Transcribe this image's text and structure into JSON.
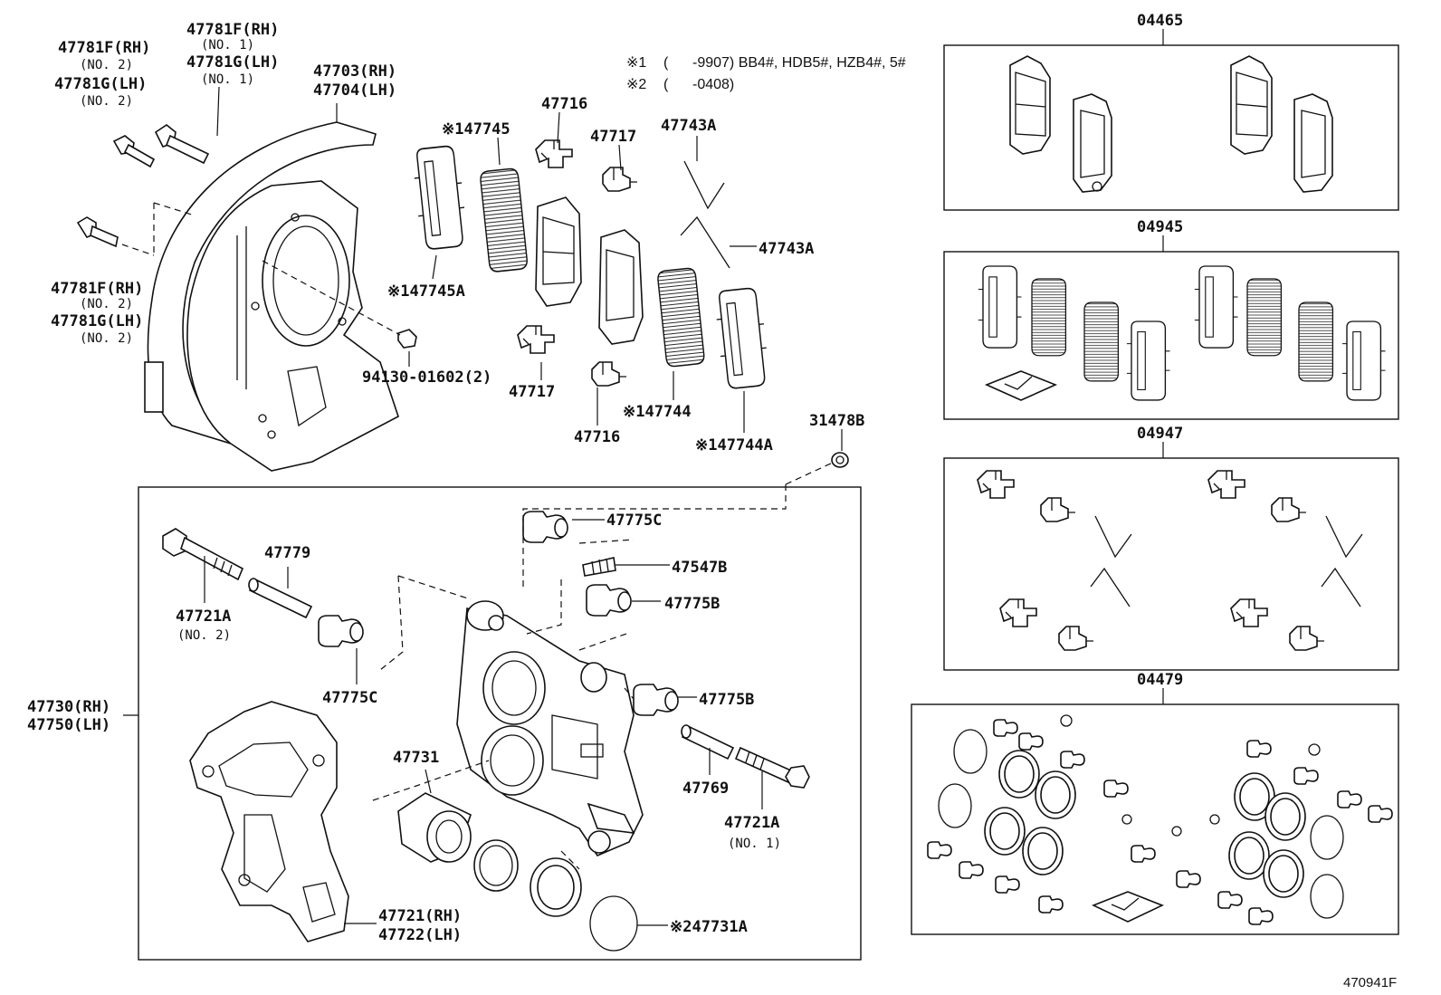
{
  "diagram": {
    "drawing_number": "470941F",
    "notes": {
      "note1_mark": "※1",
      "note1_text": "(      -9907) BB4#, HDB5#, HZB4#, 5#",
      "note2_mark": "※2",
      "note2_text": "(      -0408)"
    },
    "kits": {
      "kit1": "04465",
      "kit2": "04945",
      "kit3": "04947",
      "kit4": "04479"
    },
    "labels": {
      "p47781f_rh_top": "47781F(RH)",
      "p_no1_a": "(NO. 1)",
      "p47781g_lh_top": "47781G(LH)",
      "p_no1_b": "(NO. 1)",
      "p47781f_rh_left": "47781F(RH)",
      "p_no2_a": "(NO. 2)",
      "p47781g_lh_left": "47781G(LH)",
      "p_no2_b": "(NO. 2)",
      "p47703": "47703(RH)",
      "p47704": "47704(LH)",
      "p47781f_rh_mid": "47781F(RH)",
      "p_no2_c": "(NO. 2)",
      "p47781g_lh_mid": "47781G(LH)",
      "p_no2_d": "(NO. 2)",
      "p94130": "94130-01602(2)",
      "p47745": "※147745",
      "p47745a": "※147745A",
      "p47716_top": "47716",
      "p47717_top": "47717",
      "p47743a_top": "47743A",
      "p47743a_right": "47743A",
      "p47717_bot": "47717",
      "p47716_bot": "47716",
      "p47744": "※147744",
      "p47744a": "※147744A",
      "p31478b": "31478B",
      "p47775c_top": "47775C",
      "p47779": "47779",
      "p47547b": "47547B",
      "p47721a_no2": "47721A",
      "p_no2_e": "(NO. 2)",
      "p47775b_top": "47775B",
      "p47775c_bot": "47775C",
      "p47730": "47730(RH)",
      "p47750": "47750(LH)",
      "p47775b_bot": "47775B",
      "p47731": "47731",
      "p47769": "47769",
      "p47721a_no1": "47721A",
      "p_no1_c": "(NO. 1)",
      "p47721": "47721(RH)",
      "p47722": "47722(LH)",
      "p47731a": "※247731A"
    }
  }
}
